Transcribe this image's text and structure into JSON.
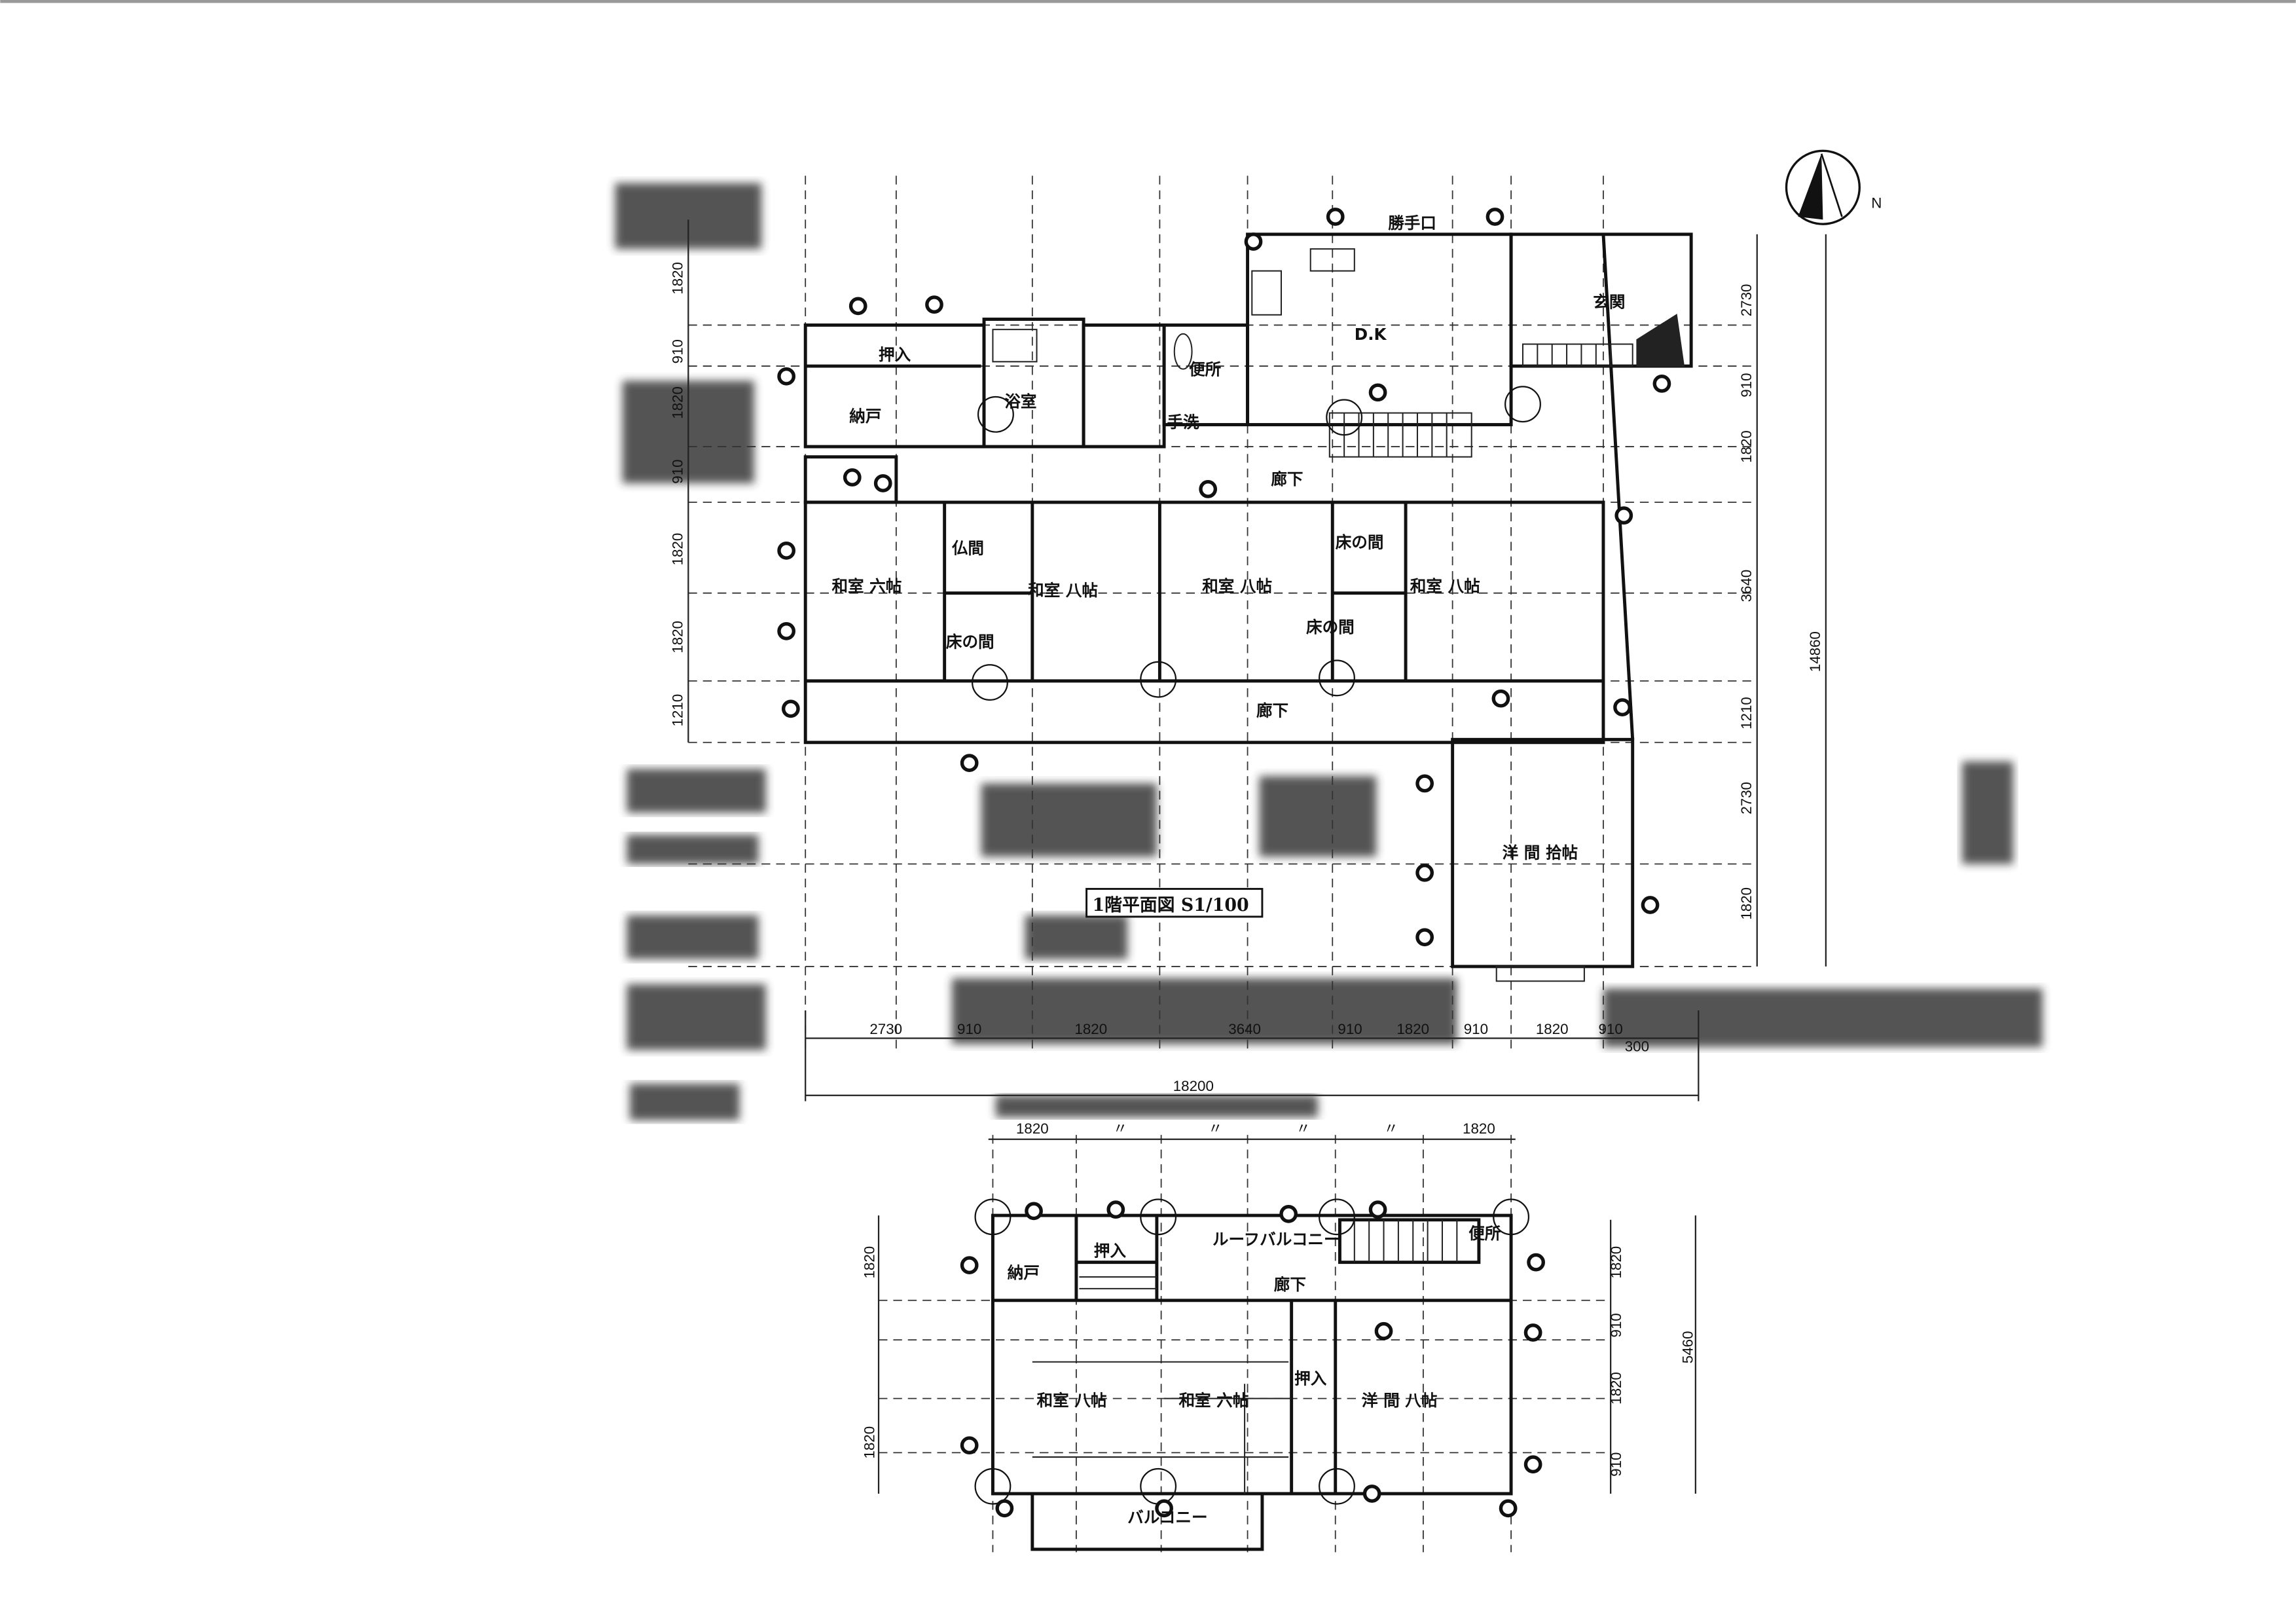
{
  "floor1": {
    "title": "1階平面図 S1/100",
    "rooms": {
      "oshiire": "押入",
      "nando": "納戸",
      "bath": "浴室",
      "wc": "便所",
      "washbasin": "手洗",
      "dk": "D.K",
      "entrance": "玄関",
      "back_door": "勝手口",
      "hall": "廊下",
      "washitsu6": "和室 六帖",
      "butsuma": "仏間",
      "tokonoma1": "床の間",
      "washitsu8a": "和室 八帖",
      "washitsu8b": "和室 八帖",
      "tokonoma2": "床の間",
      "tokonoma3": "床の間",
      "washitsu8c": "和室 八帖",
      "engawa": "廊下",
      "youma": "洋 間 拾帖"
    },
    "dims_left": [
      "1820",
      "910",
      "1820",
      "910",
      "1820",
      "1820",
      "1210"
    ],
    "dims_right": [
      "2730",
      "910",
      "1820",
      "3640",
      "1210",
      "2730",
      "1820"
    ],
    "dim_total_vertical": "14860",
    "dims_bottom": [
      "2730",
      "910",
      "1820",
      "3640",
      "910",
      "1820",
      "910",
      "1820",
      "910",
      "300"
    ],
    "dim_total_horizontal": "18200"
  },
  "floor2": {
    "rooms": {
      "nando": "納戸",
      "oshiire1": "押入",
      "roof_balcony": "ルーフバルコニー",
      "wc": "便所",
      "hall": "廊下",
      "washitsu8": "和室 八帖",
      "washitsu6": "和室 六帖",
      "oshiire2": "押入",
      "youma": "洋 間 八帖",
      "balcony": "バルコニー"
    },
    "dims_top": [
      "1820",
      "〃",
      "〃",
      "〃",
      "〃",
      "1820"
    ],
    "dims_left": [
      "1820",
      "1820"
    ],
    "dims_right": [
      "1820",
      "910",
      "1820",
      "910"
    ],
    "dim_total_vertical": "5460"
  },
  "compass": {
    "label": "N"
  }
}
